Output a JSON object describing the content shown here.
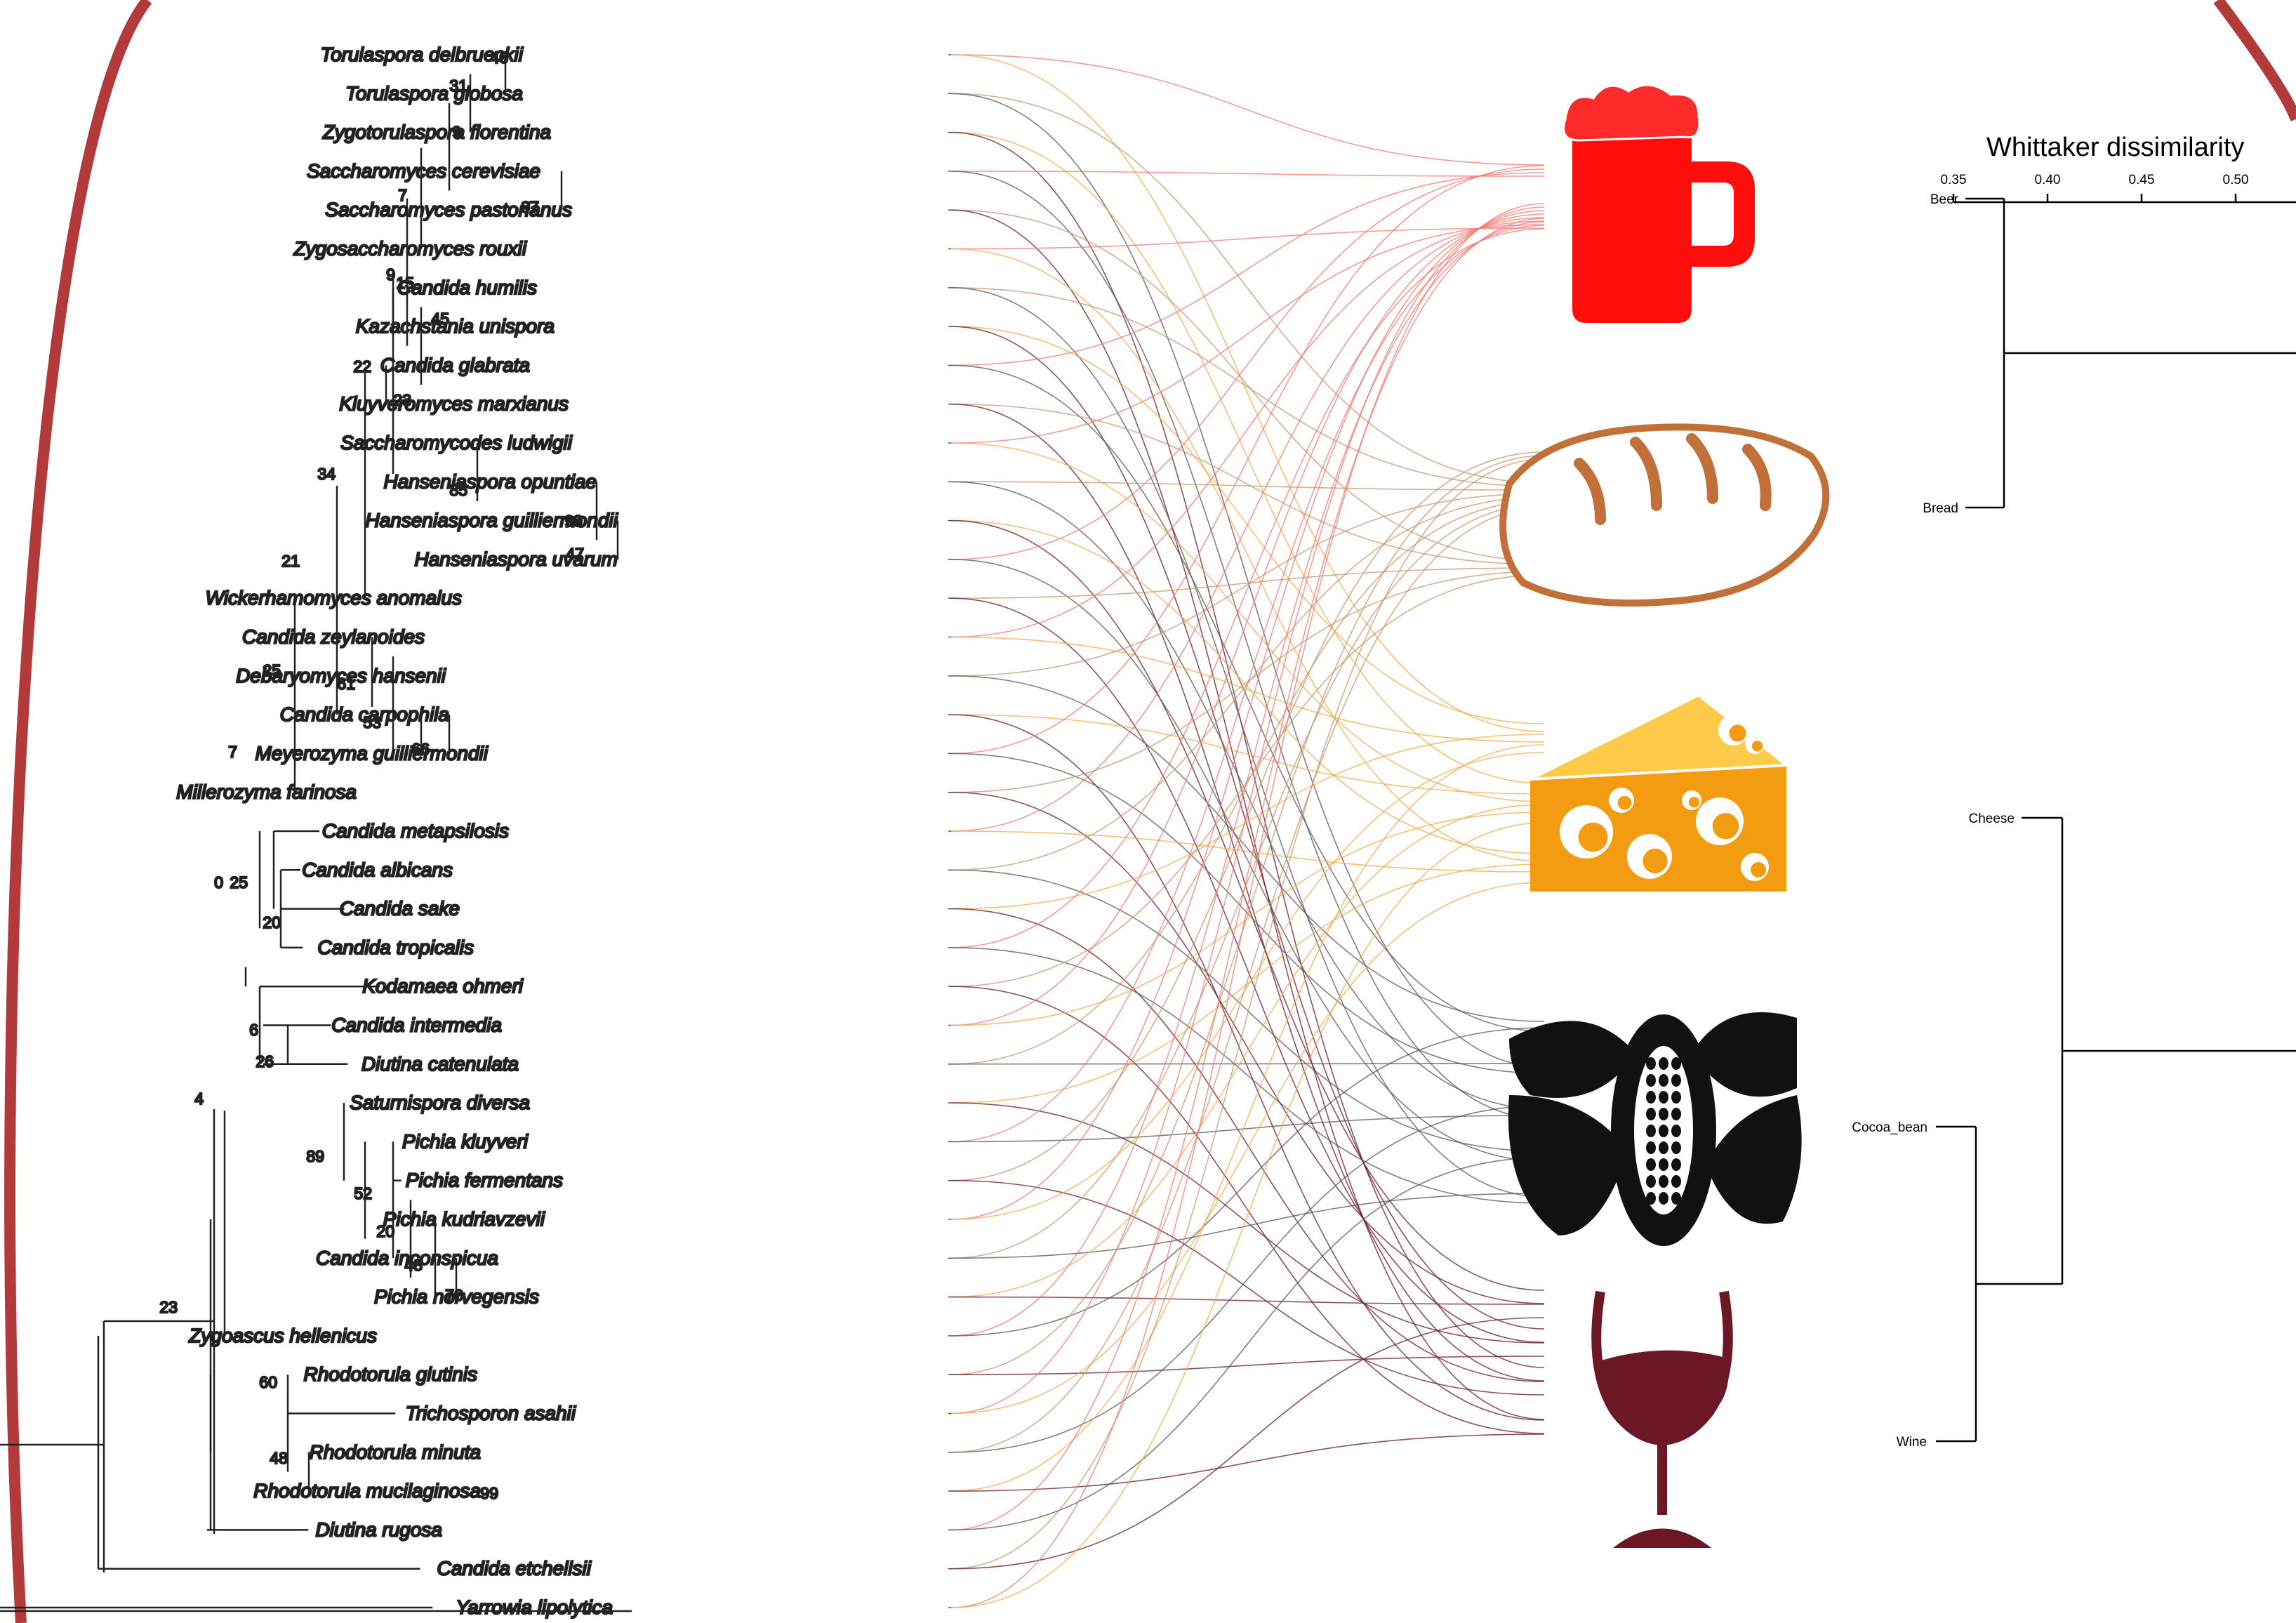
{
  "phylogeny": {
    "taxa": [
      "Torulaspora delbrueckii",
      "Torulaspora globosa",
      "Zygotorulaspora florentina",
      "Saccharomyces cerevisiae",
      "Saccharomyces pastorianus",
      "Zygosaccharomyces rouxii",
      "Candida humilis",
      "Kazachstania unispora",
      "Candida glabrata",
      "Kluyveromyces marxianus",
      "Saccharomycodes ludwigii",
      "Hanseniaspora opuntiae",
      "Hanseniaspora guilliermondii",
      "Hanseniaspora uvarum",
      "Wickerhamomyces anomalus",
      "Candida zeylanoides",
      "Debaryomyces hansenii",
      "Candida carpophila",
      "Meyerozyma guilliermondii",
      "Millerozyma farinosa",
      "Candida metapsilosis",
      "Candida albicans",
      "Candida sake",
      "Candida tropicalis",
      "Kodamaea ohmeri",
      "Candida intermedia",
      "Diutina catenulata",
      "Saturnispora diversa",
      "Pichia kluyveri",
      "Pichia fermentans",
      "Pichia kudriavzevii",
      "Candida inconspicua",
      "Pichia norvegensis",
      "Zygoascus hellenicus",
      "Rhodotorula glutinis",
      "Trichosporon asahii",
      "Rhodotorula minuta",
      "Rhodotorula mucilaginosa",
      "Diutina rugosa",
      "Candida etchellsii",
      "Yarrowia lipolytica"
    ],
    "bootstrap": [
      "46",
      "31",
      "9",
      "97",
      "7",
      "9",
      "15",
      "45",
      "22",
      "23",
      "34",
      "85",
      "99",
      "47",
      "21",
      "25",
      "61",
      "53",
      "66",
      "7",
      "0",
      "25",
      "20",
      "6",
      "26",
      "4",
      "89",
      "52",
      "20",
      "48",
      "70",
      "23",
      "60",
      "48",
      "99"
    ]
  },
  "foods": {
    "icons": [
      "beer-mug-icon",
      "bread-icon",
      "cheese-icon",
      "cocoa-pod-icon",
      "wine-glass-icon"
    ]
  },
  "dendrogram": {
    "title": "Whittaker dissimilarity",
    "ticks": [
      "0.35",
      "0.40",
      "0.45",
      "0.50"
    ],
    "labels": [
      "Beer",
      "Bread",
      "Cheese",
      "Cocoa_bean",
      "Wine"
    ]
  },
  "colors": {
    "beer": "#f07a72",
    "bread": "#c89468",
    "cheese": "#f4aa4a",
    "cocoa": "#333333",
    "wine": "#6b1726",
    "border": "#b33a3a"
  }
}
